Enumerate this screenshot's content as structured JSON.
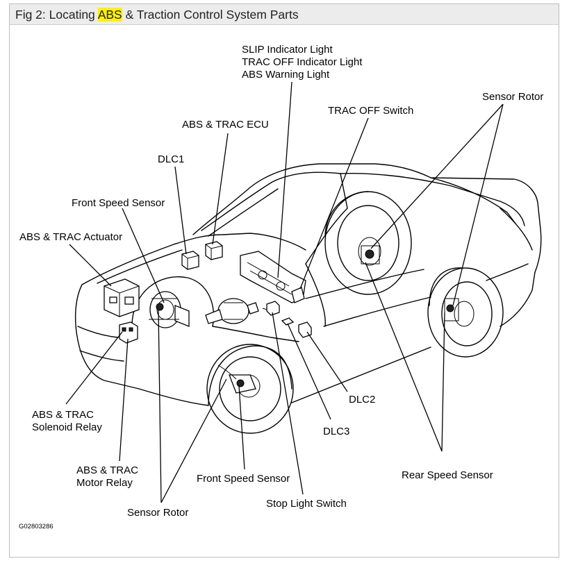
{
  "header": {
    "title_prefix": "Fig 2: Locating ",
    "title_highlight": "ABS",
    "title_suffix": " & Traction Control System Parts"
  },
  "labels": {
    "slip_indicator": "SLIP Indicator Light",
    "trac_off_indicator": "TRAC OFF Indicator Light",
    "abs_warning": "ABS Warning Light",
    "trac_off_switch": "TRAC OFF Switch",
    "sensor_rotor_rear": "Sensor Rotor",
    "abs_trac_ecu": "ABS & TRAC ECU",
    "dlc1": "DLC1",
    "front_speed_sensor_top": "Front Speed Sensor",
    "abs_trac_actuator": "ABS & TRAC Actuator",
    "solenoid_relay_line1": "ABS & TRAC",
    "solenoid_relay_line2": "Solenoid Relay",
    "motor_relay_line1": "ABS & TRAC",
    "motor_relay_line2": "Motor Relay",
    "dlc2": "DLC2",
    "dlc3": "DLC3",
    "front_speed_sensor_bottom": "Front Speed Sensor",
    "stop_light_switch": "Stop Light Switch",
    "sensor_rotor_front": "Sensor Rotor",
    "rear_speed_sensor": "Rear Speed Sensor"
  },
  "figure_code": "G02803286",
  "colors": {
    "highlight": "#fff200",
    "header_bg": "#ececec"
  }
}
